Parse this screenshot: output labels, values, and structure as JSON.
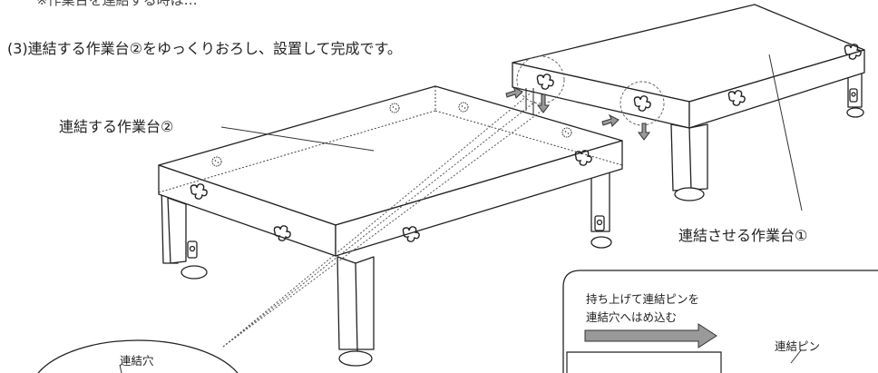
{
  "header": {
    "cut_text": "※作業台を連結する時は…",
    "step_text": "(3)連結する作業台②をゆっくりおろし、設置して完成です。"
  },
  "labels": {
    "table_2": "連結する作業台②",
    "table_1": "連結させる作業台①",
    "callout_line1": "持ち上げて連結ピンを",
    "callout_line2": "連結穴へはめ込む",
    "pin": "連結ピン",
    "hole": "連結穴"
  },
  "colors": {
    "line": "#222222",
    "arrow_fill": "#999999"
  },
  "icons": [
    "insert-arrow-icon",
    "down-arrow-icon",
    "connecting-pin-icon",
    "leveling-foot-icon"
  ]
}
